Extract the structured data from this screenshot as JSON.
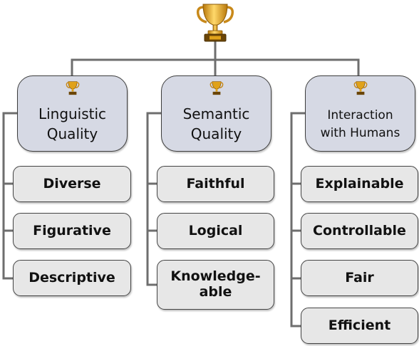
{
  "root": {
    "icon": "trophy-icon"
  },
  "categories": [
    {
      "label": "Linguistic\nQuality",
      "icon": "trophy-icon",
      "items": [
        "Diverse",
        "Figurative",
        "Descriptive"
      ]
    },
    {
      "label": "Semantic\nQuality",
      "icon": "trophy-icon",
      "items": [
        "Faithful",
        "Logical",
        "Knowledge-\nable"
      ]
    },
    {
      "label": "Interaction\nwith Humans",
      "icon": "trophy-icon",
      "items": [
        "Explainable",
        "Controllable",
        "Fair",
        "Efficient"
      ]
    }
  ],
  "colors": {
    "category_fill": "#d6d9e4",
    "leaf_fill": "#e7e7e7",
    "connector": "#6e6e6e",
    "trophy_gold": "#e0a21a"
  }
}
